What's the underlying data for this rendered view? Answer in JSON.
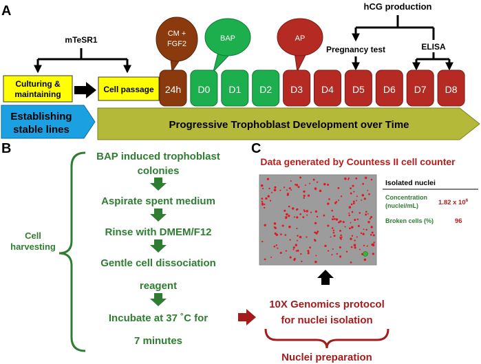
{
  "panel_a": {
    "label": "A",
    "mtesr1": "mTeSR1",
    "culturing_line1": "Culturing &",
    "culturing_line2": "maintaining",
    "cell_passage": "Cell passage",
    "establishing_line1": "Establishing",
    "establishing_line2": "stable lines",
    "progressive": "Progressive Trophoblast Development over Time",
    "bubble_cm_line1": "CM +",
    "bubble_cm_line2": "FGF2",
    "bubble_bap": "BAP",
    "bubble_ap": "AP",
    "hcg_production": "hCG production",
    "pregnancy_test": "Pregnancy test",
    "elisa": "ELISA",
    "days": [
      "24h",
      "D0",
      "D1",
      "D2",
      "D3",
      "D4",
      "D5",
      "D6",
      "D7",
      "D8"
    ],
    "colors": {
      "brown": "#8B3A0E",
      "green": "#1DAE4E",
      "red": "#B52A23",
      "yellow": "#FFFF00",
      "blue": "#1BA1E2",
      "olive": "#B5B93A"
    }
  },
  "panel_b": {
    "label": "B",
    "cell_harvesting_line1": "Cell",
    "cell_harvesting_line2": "harvesting",
    "steps": [
      [
        "BAP induced trophoblast",
        "colonies"
      ],
      [
        "Aspirate spent medium"
      ],
      [
        "Rinse with DMEM/F12"
      ],
      [
        "Gentle cell dissociation",
        "reagent"
      ],
      [
        "Incubate at 37 ˚C for",
        "7 minutes"
      ]
    ],
    "color": "#2E7D32"
  },
  "panel_c": {
    "label": "C",
    "title": "Data generated by Countess II cell counter",
    "table_header": "Isolated nuclei",
    "rows": [
      {
        "label_line1": "Concentration",
        "label_line2": "(nuclei/mL)",
        "value": "1.82 x 10",
        "value_sup": "6"
      },
      {
        "label_line1": "Broken cells (%)",
        "label_line2": "",
        "value": "96",
        "value_sup": ""
      }
    ],
    "protocol_line1": "10X Genomics protocol",
    "protocol_line2": "for  nuclei isolation",
    "nuclei_preparation": "Nuclei preparation",
    "color": "#B71C1C"
  }
}
